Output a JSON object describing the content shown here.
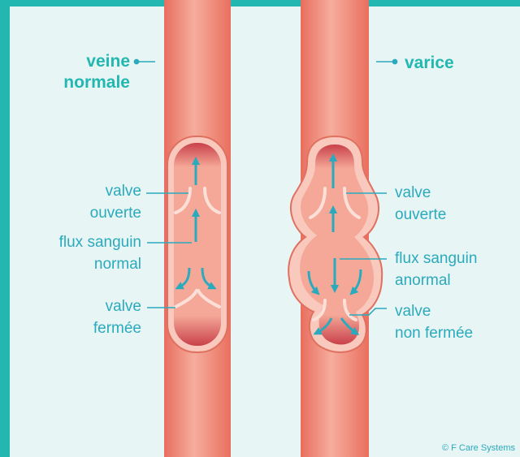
{
  "titles": {
    "normal_vein": [
      "veine",
      "normale"
    ],
    "varicose": "varice"
  },
  "labels": {
    "left": {
      "valve_open": [
        "valve",
        "ouverte"
      ],
      "blood_flow": [
        "flux sanguin",
        "normal"
      ],
      "valve_closed": [
        "valve",
        "fermée"
      ]
    },
    "right": {
      "valve_open": [
        "valve",
        "ouverte"
      ],
      "blood_flow": [
        "flux sanguin",
        "anormal"
      ],
      "valve_not_closed": [
        "valve",
        "non fermée"
      ]
    }
  },
  "copyright": "© F Care Systems",
  "colors": {
    "frame": "#22b8b1",
    "background": "#e8f5f5",
    "vein": "#f0806e",
    "vein_light": "#f7b3a3",
    "interior": "#f8b8aa",
    "arrow": "#2aaabd",
    "title": "#22b8b1"
  }
}
